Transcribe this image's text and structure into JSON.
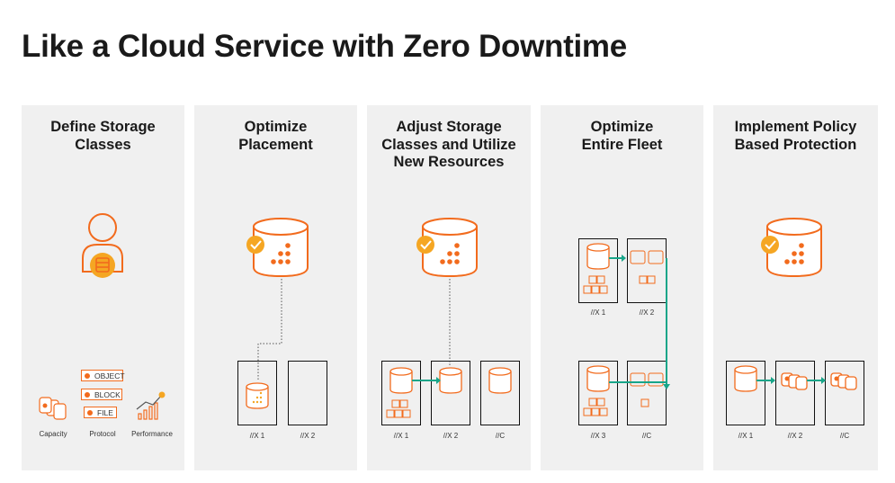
{
  "title": "Like a Cloud Service with Zero Downtime",
  "colors": {
    "accent": "#f26b1d",
    "check": "#f5a623",
    "connector": "#17a589",
    "panel": "#f0f0f0"
  },
  "panels": [
    {
      "title_lines": [
        "Define Storage",
        "Classes"
      ],
      "icons": [
        "user-with-storage-icon",
        "capacity-icon",
        "performance-icon"
      ],
      "tags": [
        "OBJECT",
        "BLOCK",
        "FILE"
      ],
      "labels": [
        "Capacity",
        "Protocol",
        "Performance"
      ]
    },
    {
      "title_lines": [
        "Optimize",
        "Placement"
      ],
      "array_labels": [
        "//X 1",
        "//X 2"
      ]
    },
    {
      "title_lines": [
        "Adjust Storage",
        "Classes and Utilize",
        "New Resources"
      ],
      "array_labels": [
        "//X 1",
        "//X 2",
        "//C"
      ]
    },
    {
      "title_lines": [
        "Optimize",
        "Entire Fleet"
      ],
      "array_labels": [
        "//X 1",
        "//X 2",
        "//X 3",
        "//C"
      ]
    },
    {
      "title_lines": [
        "Implement Policy",
        "Based Protection"
      ],
      "array_labels": [
        "//X 1",
        "//X 2",
        "//C"
      ]
    }
  ]
}
